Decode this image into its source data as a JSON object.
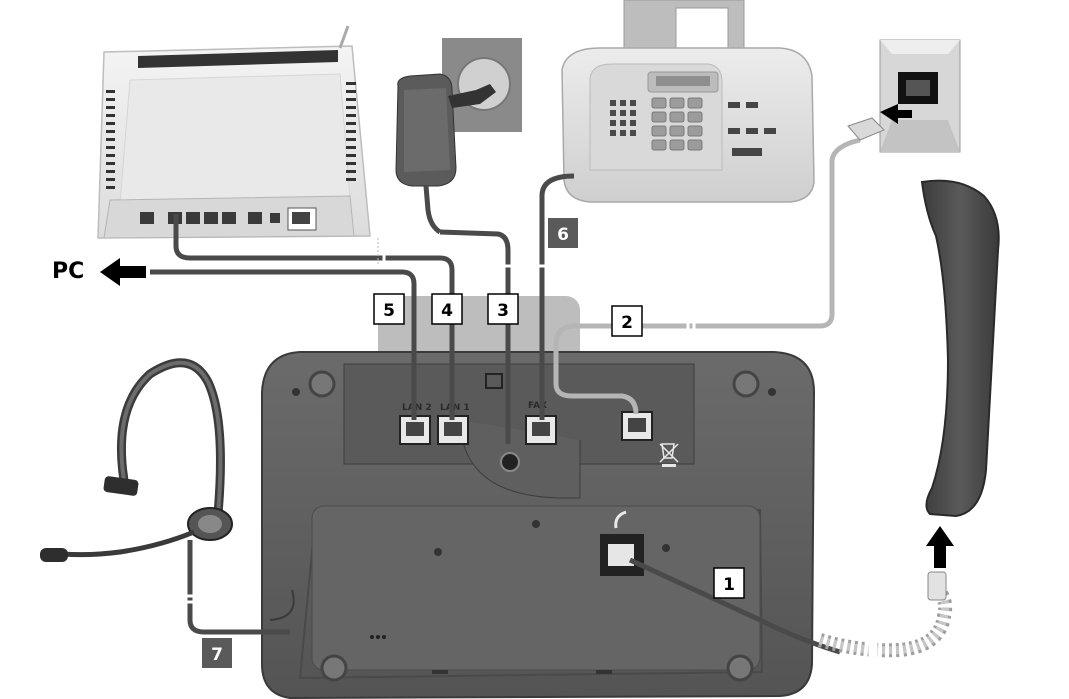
{
  "pc_label": "PC",
  "port_labels": {
    "lan2": "LAN 2",
    "lan1": "LAN 1",
    "fax": "FAX"
  },
  "labels": [
    {
      "id": "1",
      "style": "outlined"
    },
    {
      "id": "2",
      "style": "outlined"
    },
    {
      "id": "3",
      "style": "outlined"
    },
    {
      "id": "4",
      "style": "outlined"
    },
    {
      "id": "5",
      "style": "outlined"
    },
    {
      "id": "6",
      "style": "filled"
    },
    {
      "id": "7",
      "style": "filled"
    }
  ],
  "colors": {
    "phone_body": "#5f5f5f",
    "cable_dark": "#4a4a4a",
    "cable_light": "#c8c8c8",
    "label_fill": "#5a5a5a"
  },
  "icons": [
    "router-icon",
    "power-adapter-icon",
    "wall-socket-icon",
    "fax-machine-icon",
    "phone-jack-icon",
    "handset-icon",
    "headset-icon",
    "telephone-base-icon",
    "arrow-left-icon",
    "arrow-up-icon"
  ]
}
